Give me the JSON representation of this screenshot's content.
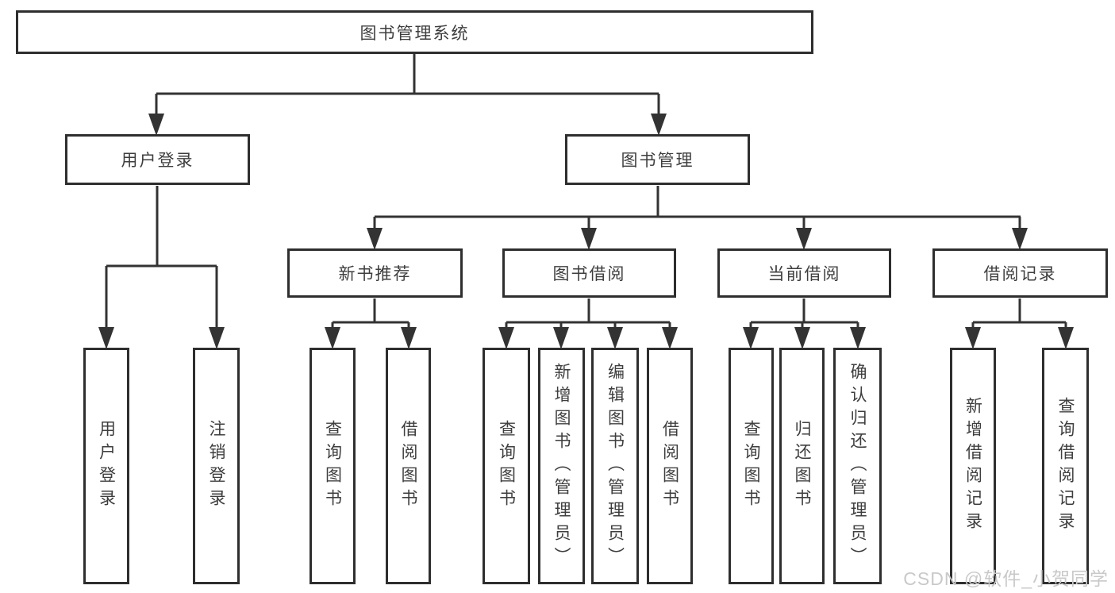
{
  "diagram": {
    "root": {
      "label": "图书管理系统"
    },
    "level2": [
      {
        "label": "用户登录"
      },
      {
        "label": "图书管理"
      }
    ],
    "level3": [
      {
        "label": "新书推荐"
      },
      {
        "label": "图书借阅"
      },
      {
        "label": "当前借阅"
      },
      {
        "label": "借阅记录"
      }
    ],
    "leaves": {
      "user_login": [
        {
          "label": "用户登录"
        },
        {
          "label": "注销登录"
        }
      ],
      "new_book": [
        {
          "label": "查询图书"
        },
        {
          "label": "借阅图书"
        }
      ],
      "book_borrow": [
        {
          "label": "查询图书"
        },
        {
          "label": "新增图书（管理员）"
        },
        {
          "label": "编辑图书（管理员）"
        },
        {
          "label": "借阅图书"
        }
      ],
      "current_borrow": [
        {
          "label": "查询图书"
        },
        {
          "label": "归还图书"
        },
        {
          "label": "确认归还（管理员）"
        }
      ],
      "borrow_records": [
        {
          "label": "新增借阅记录"
        },
        {
          "label": "查询借阅记录"
        }
      ]
    }
  },
  "watermark": {
    "text": "CSDN @软件_小贺同学"
  },
  "colors": {
    "line": "#333333",
    "box_border": "#2e2e2e",
    "text": "#3e3e3e",
    "background": "#ffffff",
    "watermark": "#c9c9c9"
  }
}
